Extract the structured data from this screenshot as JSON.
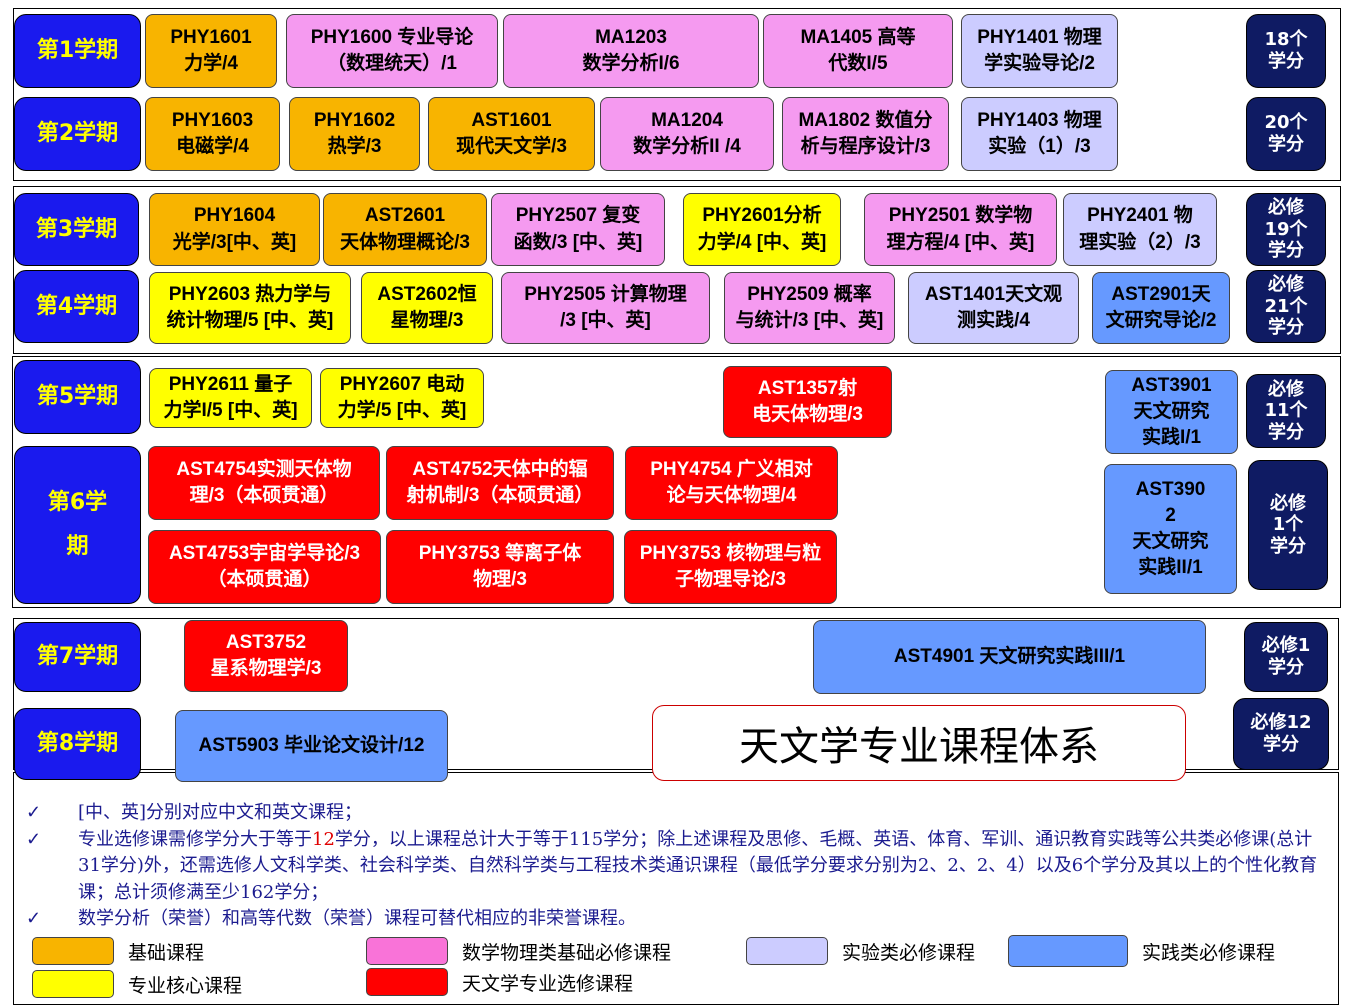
{
  "title": "天文学专业课程体系",
  "semesters": {
    "s1": "第1学期",
    "s2": "第2学期",
    "s3": "第3学期",
    "s4": "第4学期",
    "s5": "第5学期",
    "s6": "第6学\n期",
    "s7": "第7学期",
    "s8": "第8学期"
  },
  "credits": {
    "s1": "18个\n学分",
    "s2": "20个\n学分",
    "s3": "必修\n19个\n学分",
    "s4": "必修\n21个\n学分",
    "s5": "必修\n11个\n学分",
    "s6": "必修\n1个\n学分",
    "s7": "必修1\n学分",
    "s8": "必修12\n学分"
  },
  "courses": {
    "phy1601": "PHY1601\n力学/4",
    "phy1600": "PHY1600 专业导论\n（数理统天）/1",
    "ma1203": "MA1203\n数学分析I/6",
    "ma1405": "MA1405 高等\n代数I/5",
    "phy1401": "PHY1401 物理\n学实验导论/2",
    "phy1603": "PHY1603\n电磁学/4",
    "phy1602": "PHY1602\n热学/3",
    "ast1601": "AST1601\n现代天文学/3",
    "ma1204": "MA1204\n数学分析II /4",
    "ma1802": "MA1802 数值分\n析与程序设计/3",
    "phy1403": "PHY1403 物理\n实验（1）/3",
    "phy1604": "PHY1604\n光学/3[中、英]",
    "ast2601": "AST2601\n天体物理概论/3",
    "phy2507": "PHY2507 复变\n函数/3 [中、英]",
    "phy2601": "PHY2601分析\n力学/4 [中、英]",
    "phy2501": "PHY2501 数学物\n理方程/4 [中、英]",
    "phy2401": "PHY2401 物\n理实验（2）/3",
    "phy2603": "PHY2603 热力学与\n统计物理/5 [中、英]",
    "ast2602": "AST2602恒\n星物理/3",
    "phy2505": "PHY2505 计算物理\n/3 [中、英]",
    "phy2509": "PHY2509 概率\n与统计/3 [中、英]",
    "ast1401": "AST1401天文观\n测实践/4",
    "ast2901": "AST2901天\n文研究导论/2",
    "phy2611": "PHY2611 量子\n力学I/5 [中、英]",
    "phy2607": "PHY2607 电动\n力学/5 [中、英]",
    "ast1357": "AST1357射\n电天体物理/3",
    "ast3901": "AST3901\n天文研究\n实践I/1",
    "ast4754": "AST4754实测天体物\n理/3（本硕贯通）",
    "ast4752": "AST4752天体中的辐\n射机制/3（本硕贯通）",
    "phy4754": "PHY4754 广义相对\n论与天体物理/4",
    "ast3902": "AST390\n2\n天文研究\n实践II/1",
    "ast4753": "AST4753宇宙学导论/3\n（本硕贯通）",
    "phy3753a": "PHY3753 等离子体\n物理/3",
    "phy3753b": "PHY3753 核物理与粒\n子物理导论/3",
    "ast3752": "AST3752\n星系物理学/3",
    "ast4901": "AST4901 天文研究实践III/1",
    "ast5903": "AST5903 毕业论文设计/12"
  },
  "notes": {
    "check": "✓",
    "n1": "[中、英]分别对应中文和英文课程；",
    "n2a": "专业选修课需修学分大于等于",
    "n2b": "12",
    "n2c": "学分，以上课程总计大于等于115学分；除上述课程及思修、毛概、英语、体育、军训、通识教育实践等公共类必修课(总计31学分)外，还需选修人文科学类、社会科学类、自然科学类与工程技术类通识课程（最低学分要求分别为2、2、2、4）以及6个学分及其以上的个性化教育课；总计须修满至少162学分；",
    "n3": "数学分析（荣誉）和高等代数（荣誉）课程可替代相应的非荣誉课程。"
  },
  "legend": {
    "base": "基础课程",
    "math": "数学物理类基础必修课程",
    "lab": "实验类必修课程",
    "prac": "实践类必修课程",
    "core": "专业核心课程",
    "elec": "天文学专业选修课程"
  },
  "colors": {
    "base": "#f8b400",
    "math": "#f59af0",
    "lab": "#ccccff",
    "prac": "#6699ff",
    "core": "#ffff00",
    "elec": "#ff0000",
    "semester": "#1a1aee",
    "credit": "#0f1b63"
  }
}
